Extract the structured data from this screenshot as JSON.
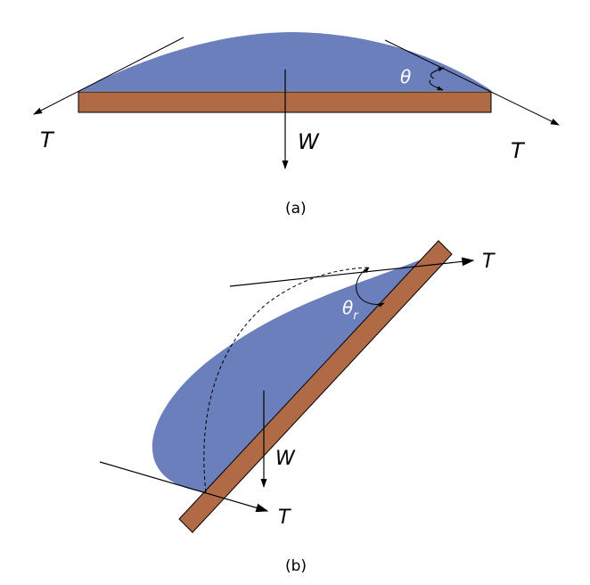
{
  "colors": {
    "drop_fill": "#6a7fbb",
    "plate_fill": "#b06a45",
    "outline": "#000000",
    "angle_label_on_drop": "#ffffff"
  },
  "panel_a": {
    "caption": "(a)",
    "tension_left_label": "T",
    "tension_right_label": "T",
    "weight_label": "W",
    "contact_angle_label": "θ"
  },
  "panel_b": {
    "caption": "(b)",
    "tension_top_label": "T",
    "tension_bottom_label": "T",
    "weight_label": "W",
    "receding_angle_symbol": "θ",
    "receding_angle_subscript": "r"
  }
}
